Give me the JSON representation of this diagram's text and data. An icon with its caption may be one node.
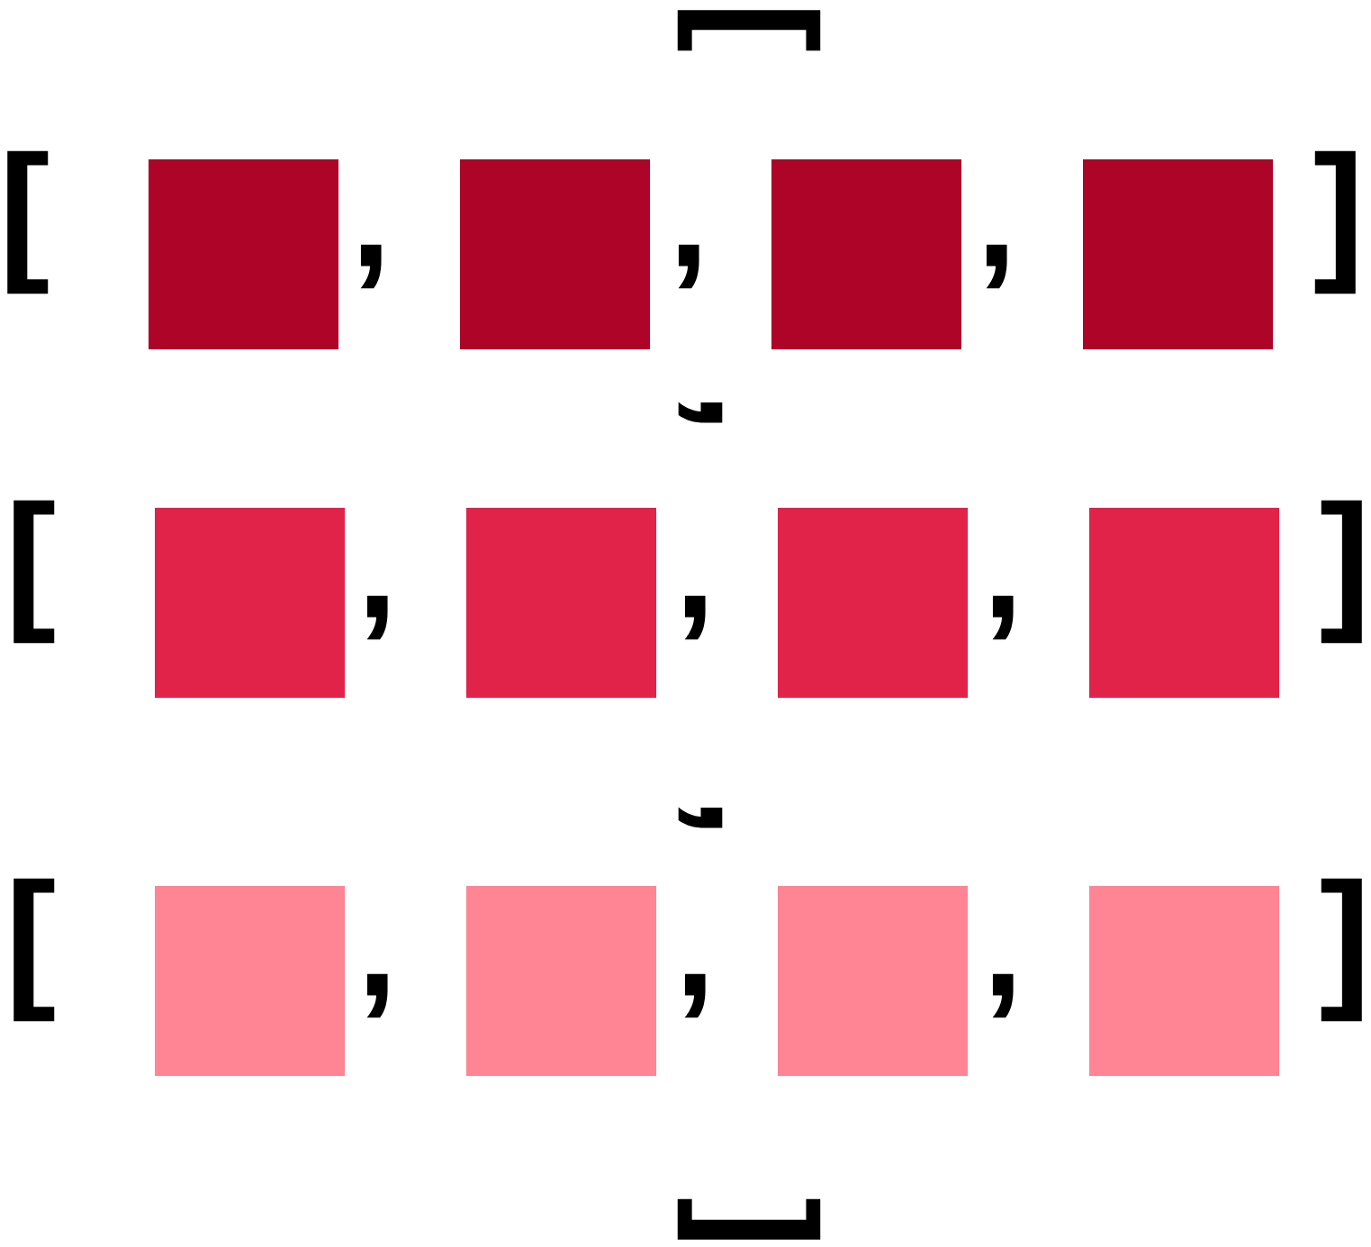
{
  "diagram": {
    "nodes": [
      {
        "text": [],
        "shape": "box"
      },
      {
        "text": [],
        "shape": "box"
      },
      {
        "text": [],
        "shape": "box"
      },
      {
        "text": [],
        "shape": "box"
      },
      {
        "text": [],
        "shape": "box"
      },
      {
        "text": [],
        "shape": "box"
      },
      {
        "text": [],
        "shape": "box"
      },
      {
        "text": [],
        "shape": "box"
      },
      {
        "text": [],
        "shape": "box"
      },
      {
        "text": [],
        "shape": "box"
      },
      {
        "text": [],
        "shape": "box"
      },
      {
        "text": [],
        "shape": "box"
      }
    ],
    "labels": [
      "[",
      "[",
      ",",
      ",",
      ",",
      "]",
      ",",
      "[",
      ",",
      ",",
      ",",
      "]",
      ",",
      "[",
      ",",
      ",",
      ",",
      "]",
      "]"
    ]
  }
}
